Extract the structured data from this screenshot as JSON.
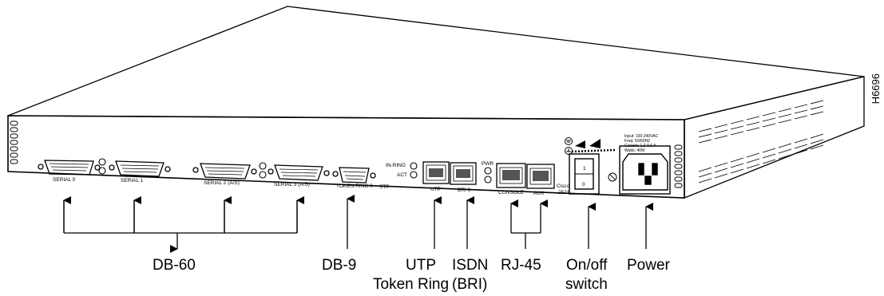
{
  "figure_id": "H6696",
  "panel_labels": {
    "serial0": "SERIAL 0",
    "serial1": "SERIAL 1",
    "serial2": "SERIAL 2 (A/S)",
    "serial3": "SERIAL 3 (A/S)",
    "token_ring": "TOKEN RING 0",
    "stp": "STP",
    "in_ring": "IN-RING",
    "act": "ACT",
    "pwr": "PWR",
    "utp": "UTP",
    "bri": "BRI 0",
    "console": "CONSOLE",
    "aux": "AUX",
    "brand": "Cisco",
    "model": "2521",
    "switch_on": "1",
    "switch_off": "0",
    "power_specs": [
      "Input: 100-240VAC",
      "Freq: 50/60HZ",
      "Current: 1.2-0.6 A",
      "Watts: 40W"
    ]
  },
  "callouts": {
    "db60": "DB-60",
    "db9": "DB-9",
    "utp_line1": "UTP",
    "utp_line2": "Token Ring",
    "isdn_line1": "ISDN",
    "isdn_line2": "(BRI)",
    "rj45": "RJ-45",
    "onoff_line1": "On/off",
    "onoff_line2": "switch",
    "power": "Power"
  }
}
